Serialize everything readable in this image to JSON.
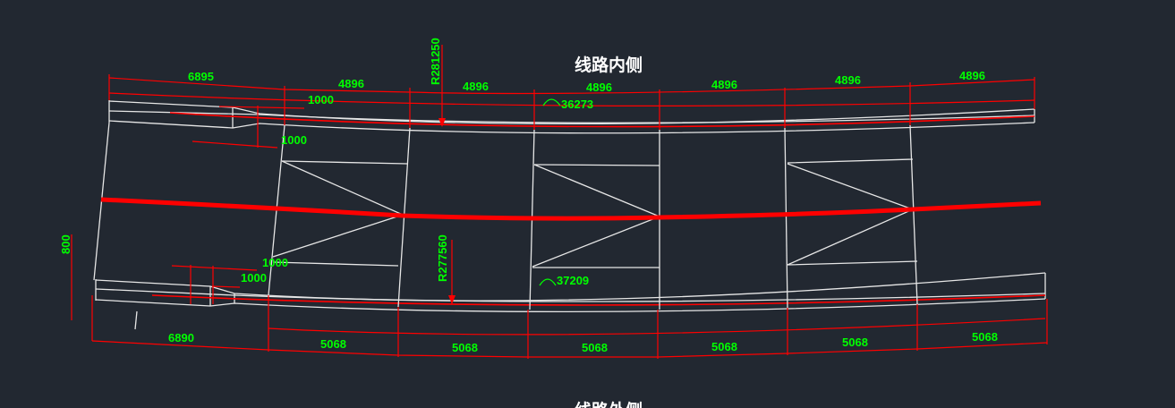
{
  "titles": {
    "inner_side": "线路内侧",
    "outer_side": "线路外侧"
  },
  "top_dimensions": [
    "6895",
    "4896",
    "4896",
    "4896",
    "4896",
    "4896",
    "4896"
  ],
  "top_small_dimensions": [
    "1000",
    "1000"
  ],
  "bottom_dimensions": [
    "6890",
    "5068",
    "5068",
    "5068",
    "5068",
    "5068",
    "5068"
  ],
  "bottom_small_dimensions": [
    "1000",
    "1000"
  ],
  "radius_top": "R281250",
  "radius_bottom": "R277560",
  "arc_length_top": "36273",
  "arc_length_bottom": "37209",
  "offset_dimension": "800",
  "colors": {
    "background": "#222831",
    "structure": "#e6e6e6",
    "dimension_lines": "#ff0000",
    "dimension_text": "#00ff00",
    "centerline": "#ff0000"
  }
}
